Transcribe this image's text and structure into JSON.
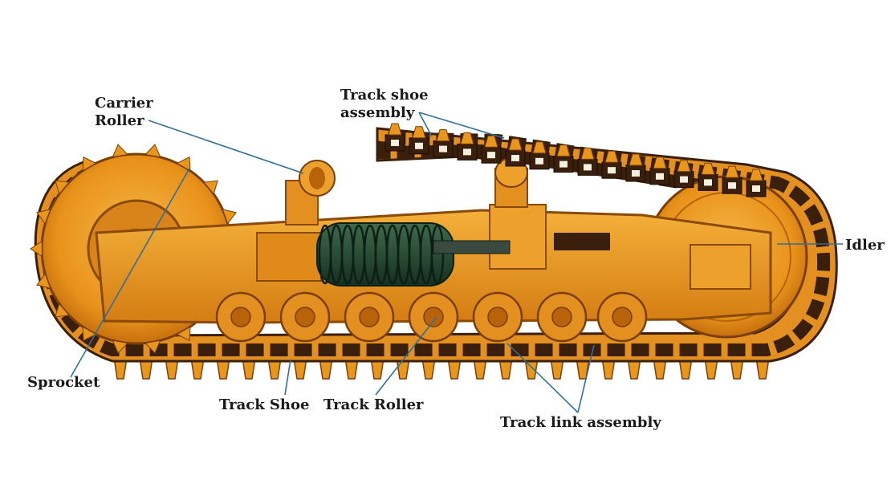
{
  "labels": {
    "carrier_roller": [
      "Carrier",
      "Roller"
    ],
    "track_shoe_assembly": [
      "Track shoe",
      "assembly"
    ],
    "idler": "Idler",
    "sprocket": "Sprocket",
    "track_shoe": "Track Shoe",
    "track_roller": "Track Roller",
    "track_link_assembly": "Track link assembly"
  },
  "colors": {
    "frame": "#e8961c",
    "frame_dark": "#b8620a",
    "frame_light": "#f5b640",
    "track": "#3a1f0c",
    "spring": "#1f3d2a",
    "leader": "#2f6f9a"
  }
}
